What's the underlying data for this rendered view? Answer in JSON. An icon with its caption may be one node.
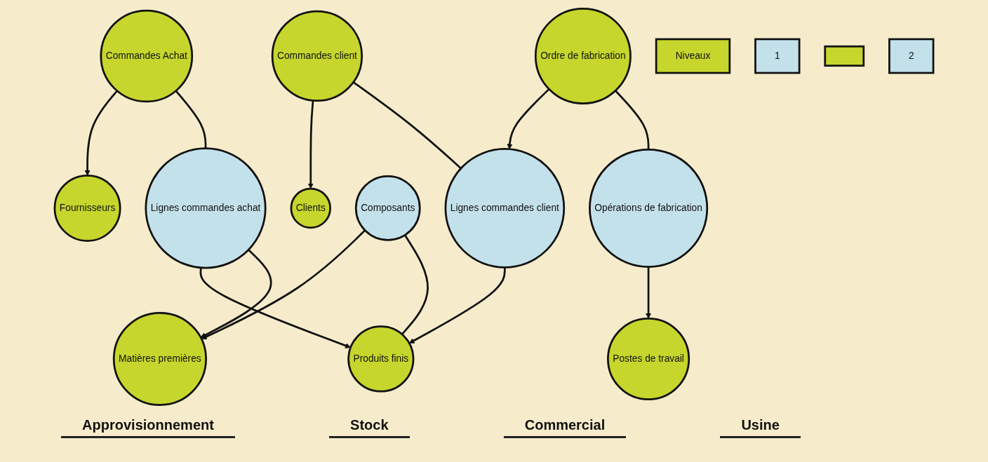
{
  "diagram": {
    "nodes": [
      {
        "text": [
          "Fournisseurs"
        ]
      },
      {
        "text": [
          "Commandes Achat"
        ]
      },
      {
        "text": [
          "Matières premières"
        ]
      },
      {
        "text": [
          "Produits finis"
        ]
      },
      {
        "text": [
          "Clients"
        ]
      },
      {
        "text": [
          "Commandes client"
        ]
      },
      {
        "text": [
          "Ordre de fabrication"
        ]
      },
      {
        "text": [
          "Postes de travail"
        ]
      },
      {
        "text": [
          "Lignes commandes achat"
        ]
      },
      {
        "text": [
          "Composants"
        ]
      },
      {
        "text": [
          "Lignes commandes client"
        ]
      },
      {
        "text": [
          "Opérations de fabrication"
        ]
      },
      {
        "text": [
          "Niveaux"
        ]
      },
      {
        "text": [
          "1"
        ]
      },
      {
        "text": [],
        "shape": "box"
      },
      {
        "text": [
          "2"
        ]
      }
    ],
    "edges": [
      {
        "from": 1,
        "to": 0,
        "arrow": "to"
      },
      {
        "from": 1,
        "to": 8,
        "arrow": "none"
      },
      {
        "from": 8,
        "to": 3,
        "arrow": "to"
      },
      {
        "from": 8,
        "to": 2,
        "arrow": "to"
      },
      {
        "from": 9,
        "to": 2,
        "arrow": "to"
      },
      {
        "from": 9,
        "to": 3,
        "arrow": "none"
      },
      {
        "from": 10,
        "to": 3,
        "arrow": "to"
      },
      {
        "from": 5,
        "to": 4,
        "arrow": "to"
      },
      {
        "from": 5,
        "to": 10,
        "arrow": "none"
      },
      {
        "from": 6,
        "to": 10,
        "arrow": "to"
      },
      {
        "from": 6,
        "to": 11,
        "arrow": "none"
      },
      {
        "from": 11,
        "to": 7,
        "arrow": "to"
      }
    ],
    "labels": [
      "Approvisionnement",
      "Stock",
      "Commercial",
      "Usine"
    ]
  }
}
